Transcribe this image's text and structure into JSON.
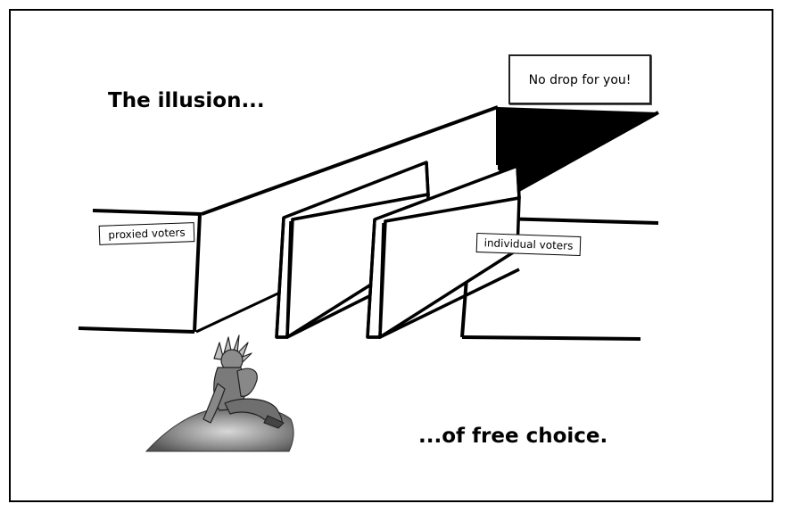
{
  "captions": {
    "top": "The illusion...",
    "bottom": "...of free choice."
  },
  "signs": {
    "no_drop": "No drop for you!",
    "proxied": "proxied voters",
    "individual": "individual voters"
  },
  "colors": {
    "ink": "#000000",
    "paper": "#ffffff",
    "rock": "#6e6e6e",
    "figure": "#8a8a8a"
  }
}
